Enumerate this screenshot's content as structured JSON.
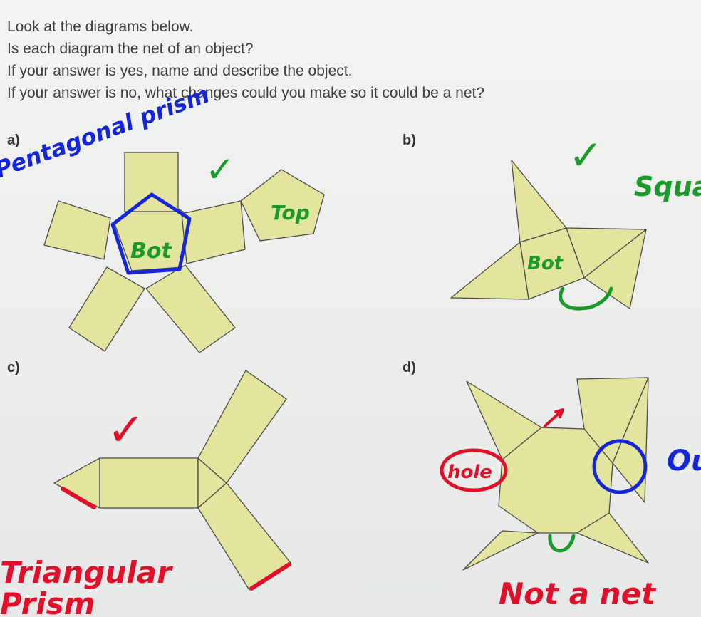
{
  "instructions": {
    "lines": [
      "Look at the diagrams below.",
      "Is each diagram the net of an object?",
      "If your answer is yes, name and describe the object.",
      "If your answer is no, what changes could you make so it could be a net?"
    ]
  },
  "parts": {
    "a": "a)",
    "b": "b)",
    "c": "c)",
    "d": "d)"
  },
  "annotations": {
    "a_name": "Pentagonal prism",
    "a_top": "Top",
    "a_bot": "Bot",
    "b_name": "Square pyramid",
    "b_bot": "Bot",
    "c_name_line1": "Triangular",
    "c_name_line2": "Prism",
    "d_hole": "hole",
    "d_out": "Out",
    "d_verdict": "Not a net",
    "check": "✓"
  },
  "colors": {
    "net_fill": "#e3e59e",
    "green_ink": "#1a9a2a",
    "blue_ink": "#1525d8",
    "red_ink": "#e0102a"
  }
}
